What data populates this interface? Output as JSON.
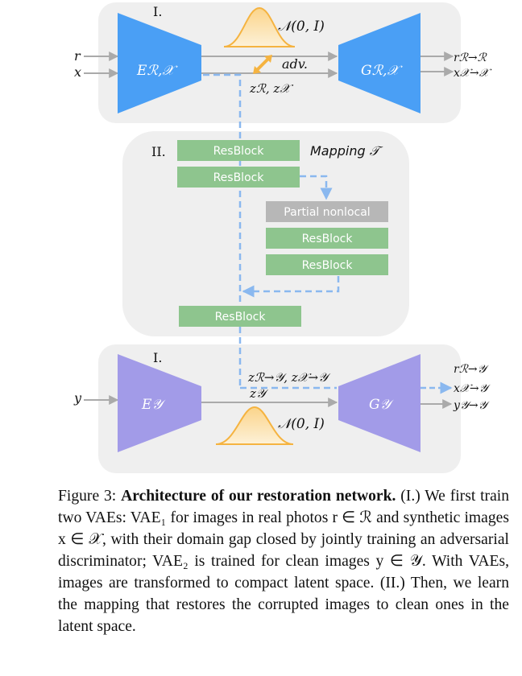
{
  "figure": {
    "stage1_label": "I.",
    "stage2_label": "II.",
    "stage3_label": "I.",
    "input_r": "r",
    "input_x": "x",
    "input_y": "y",
    "encoder_rx": "Eℛ,𝒳",
    "generator_rx": "Gℛ,𝒳",
    "encoder_y": "E𝒴",
    "generator_y": "G𝒴",
    "normal_top": "𝒩(0, I)",
    "normal_bottom": "𝒩(0, I)",
    "adv_label": "adv.",
    "z_rx": "zℛ, z𝒳",
    "out_r_r": "rℛ→ℛ",
    "out_x_x": "x𝒳→𝒳",
    "z_mapped": "zℛ→𝒴, z𝒳→𝒴",
    "z_y": "z𝒴",
    "out_r_y": "rℛ→𝒴",
    "out_x_y": "x𝒳→𝒴",
    "out_y_y": "y𝒴→𝒴",
    "mapping_title": "Mapping 𝒯",
    "resblock_1": "ResBlock",
    "resblock_2": "ResBlock",
    "partial_nonlocal": "Partial nonlocal",
    "resblock_3": "ResBlock",
    "resblock_4": "ResBlock",
    "resblock_5": "ResBlock",
    "colors": {
      "encoder_blue": "#4a9ff5",
      "decoder_purple": "#a29be8",
      "resblock_green": "#8ec58e",
      "nonlocal_gray": "#b7b7b7",
      "panel_gray": "#efefef",
      "dashed_blue": "#8ab8ef",
      "gaussian_orange": "#f5b340"
    }
  },
  "caption": {
    "label": "Figure 3:",
    "title": "Architecture of our restoration network.",
    "body": "(I.) We first train two VAEs: VAE₁ for images in real photos r ∈ ℛ and synthetic images x ∈ 𝒳, with their domain gap closed by jointly training an adversarial discriminator; VAE₂ is trained for clean images y ∈ 𝒴. With VAEs, images are transformed to compact latent space. (II.) Then, we learn the mapping that restores the corrupted images to clean ones in the latent space."
  }
}
